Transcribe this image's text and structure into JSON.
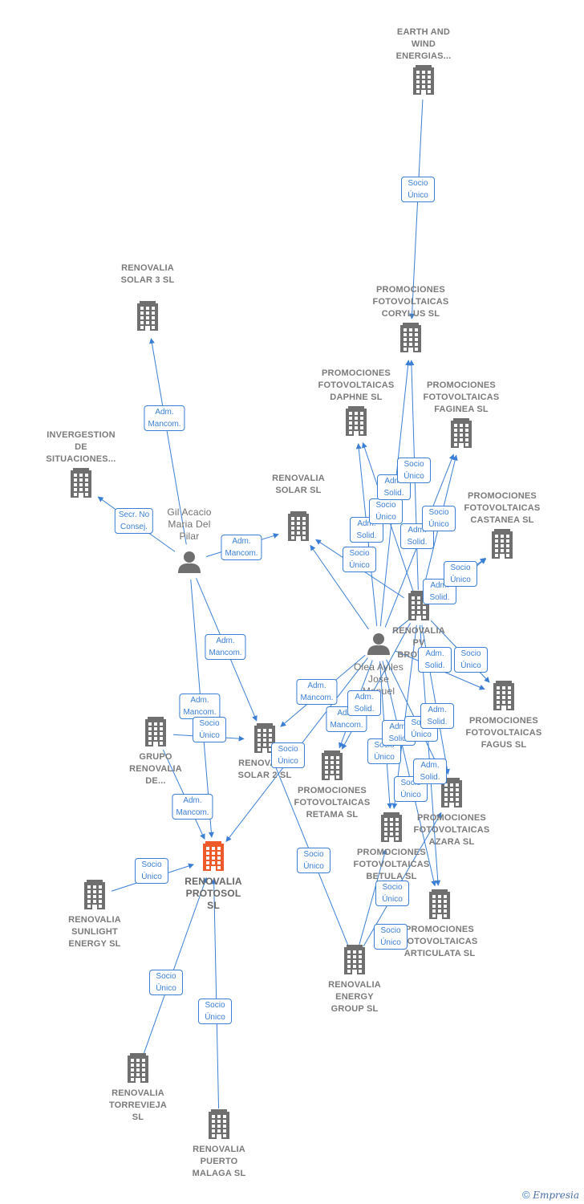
{
  "nodes": [
    {
      "id": "earth",
      "kind": "company",
      "label": "EARTH AND\nWIND\nENERGIAS..."
    },
    {
      "id": "corylus",
      "kind": "company",
      "label": "PROMOCIONES\nFOTOVOLTAICAS\nCORYLUS SL"
    },
    {
      "id": "daphne",
      "kind": "company",
      "label": "PROMOCIONES\nFOTOVOLTAICAS\nDAPHNE SL"
    },
    {
      "id": "faginea",
      "kind": "company",
      "label": "PROMOCIONES\nFOTOVOLTAICAS\nFAGINEA SL"
    },
    {
      "id": "castanea",
      "kind": "company",
      "label": "PROMOCIONES\nFOTOVOLTAICAS\nCASTANEA SL"
    },
    {
      "id": "solar3",
      "kind": "company",
      "label": "RENOVALIA\nSOLAR 3 SL"
    },
    {
      "id": "invergestion",
      "kind": "company",
      "label": "INVERGESTION\nDE\nSITUACIONES..."
    },
    {
      "id": "solar",
      "kind": "company",
      "label": "RENOVALIA\nSOLAR SL"
    },
    {
      "id": "gil",
      "kind": "person",
      "label": "Gil Acacio\nMaria Del\nPilar"
    },
    {
      "id": "pv",
      "kind": "company",
      "label": "RENOVALIA\nPV\nBROWN..."
    },
    {
      "id": "olea",
      "kind": "person",
      "label": "Olea Ayiles\nJose\nManuel"
    },
    {
      "id": "fagus",
      "kind": "company",
      "label": "PROMOCIONES\nFOTOVOLTAICAS\nFAGUS SL"
    },
    {
      "id": "grupo",
      "kind": "company",
      "label": "GRUPO\nRENOVALIA\nDE..."
    },
    {
      "id": "solar2",
      "kind": "company",
      "label": "RENOVALIA\nSOLAR 2 SL"
    },
    {
      "id": "retama",
      "kind": "company",
      "label": "PROMOCIONES\nFOTOVOLTAICAS\nRETAMA SL"
    },
    {
      "id": "azara",
      "kind": "company",
      "label": "PROMOCIONES\nFOTOVOLTAICAS\nAZARA SL"
    },
    {
      "id": "betula",
      "kind": "company",
      "label": "PROMOCIONES\nFOTOVOLTAICAS\nBETULA SL"
    },
    {
      "id": "protosol",
      "kind": "main",
      "label": "RENOVALIA\nPROTOSOL\nSL"
    },
    {
      "id": "sunlight",
      "kind": "company",
      "label": "RENOVALIA\nSUNLIGHT\nENERGY  SL"
    },
    {
      "id": "articulata",
      "kind": "company",
      "label": "PROMOCIONES\nFOTOVOLTAICAS\nARTICULATA SL"
    },
    {
      "id": "energy",
      "kind": "company",
      "label": "RENOVALIA\nENERGY\nGROUP  SL"
    },
    {
      "id": "torrevieja",
      "kind": "company",
      "label": "RENOVALIA\nTORREVIEJA\nSL"
    },
    {
      "id": "malaga",
      "kind": "company",
      "label": "RENOVALIA\nPUERTO\nMALAGA  SL"
    }
  ],
  "edges": [
    {
      "from": "earth",
      "to": "corylus",
      "label": "Socio\nÚnico"
    },
    {
      "from": "gil",
      "to": "solar3",
      "label": "Adm.\nMancom."
    },
    {
      "from": "gil",
      "to": "invergestion",
      "label": "Secr.  No\nConsej."
    },
    {
      "from": "gil",
      "to": "solar",
      "label": "Adm.\nMancom."
    },
    {
      "from": "gil",
      "to": "solar2",
      "label": "Adm.\nMancom."
    },
    {
      "from": "gil",
      "to": "protosol",
      "label": "Adm.\nMancom."
    },
    {
      "from": "olea",
      "to": "solar",
      "label": "Adm.\nMancom."
    },
    {
      "from": "pv",
      "to": "solar",
      "label": "Socio\nÚnico"
    },
    {
      "from": "olea",
      "to": "daphne",
      "label": "Adm.\nSolid."
    },
    {
      "from": "pv",
      "to": "daphne",
      "label": "Socio\nÚnico"
    },
    {
      "from": "olea",
      "to": "corylus",
      "label": "Adm.\nSolid."
    },
    {
      "from": "pv",
      "to": "corylus",
      "label": "Socio\nÚnico"
    },
    {
      "from": "olea",
      "to": "faginea",
      "label": "Adm.\nSolid."
    },
    {
      "from": "pv",
      "to": "faginea",
      "label": "Socio\nÚnico"
    },
    {
      "from": "olea",
      "to": "castanea",
      "label": "Adm.\nSolid."
    },
    {
      "from": "pv",
      "to": "castanea",
      "label": "Socio\nÚnico"
    },
    {
      "from": "olea",
      "to": "fagus",
      "label": "Adm.\nSolid."
    },
    {
      "from": "pv",
      "to": "fagus",
      "label": "Socio\nÚnico"
    },
    {
      "from": "olea",
      "to": "solar2",
      "label": "Adm.\nMancom."
    },
    {
      "from": "olea",
      "to": "retama",
      "label": "Adm.\nSolid."
    },
    {
      "from": "pv",
      "to": "retama",
      "label": "Socio\nÚnico"
    },
    {
      "from": "olea",
      "to": "betula",
      "label": "Adm.\nSolid."
    },
    {
      "from": "pv",
      "to": "betula",
      "label": "Socio\nÚnico"
    },
    {
      "from": "olea",
      "to": "azara",
      "label": "Adm.\nSolid."
    },
    {
      "from": "pv",
      "to": "azara",
      "label": "Socio\nÚnico"
    },
    {
      "from": "olea",
      "to": "articulata",
      "label": "Adm.\nSolid."
    },
    {
      "from": "pv",
      "to": "articulata",
      "label": "Socio\nÚnico"
    },
    {
      "from": "olea",
      "to": "protosol",
      "label": "Adm.\nMancom."
    },
    {
      "from": "grupo",
      "to": "solar2",
      "label": "Socio\nÚnico"
    },
    {
      "from": "grupo",
      "to": "protosol",
      "label": "Socio\nÚnico"
    },
    {
      "from": "sunlight",
      "to": "protosol",
      "label": "Socio\nÚnico"
    },
    {
      "from": "torrevieja",
      "to": "protosol",
      "label": "Socio\nÚnico"
    },
    {
      "from": "malaga",
      "to": "protosol",
      "label": "Socio\nÚnico"
    },
    {
      "from": "energy",
      "to": "solar2",
      "label": "Socio\nÚnico"
    },
    {
      "from": "energy",
      "to": "betula",
      "label": "Socio\nÚnico"
    },
    {
      "from": "energy",
      "to": "azara",
      "label": "Socio\nÚnico"
    }
  ],
  "colors": {
    "edge": "#3a7fd5",
    "building": "#6f6f6f",
    "main": "#ef5a2b",
    "text": "#7a7a7a",
    "person": "#6f6f6f"
  },
  "footer": {
    "copyright": "©",
    "brand": "Empresia"
  }
}
